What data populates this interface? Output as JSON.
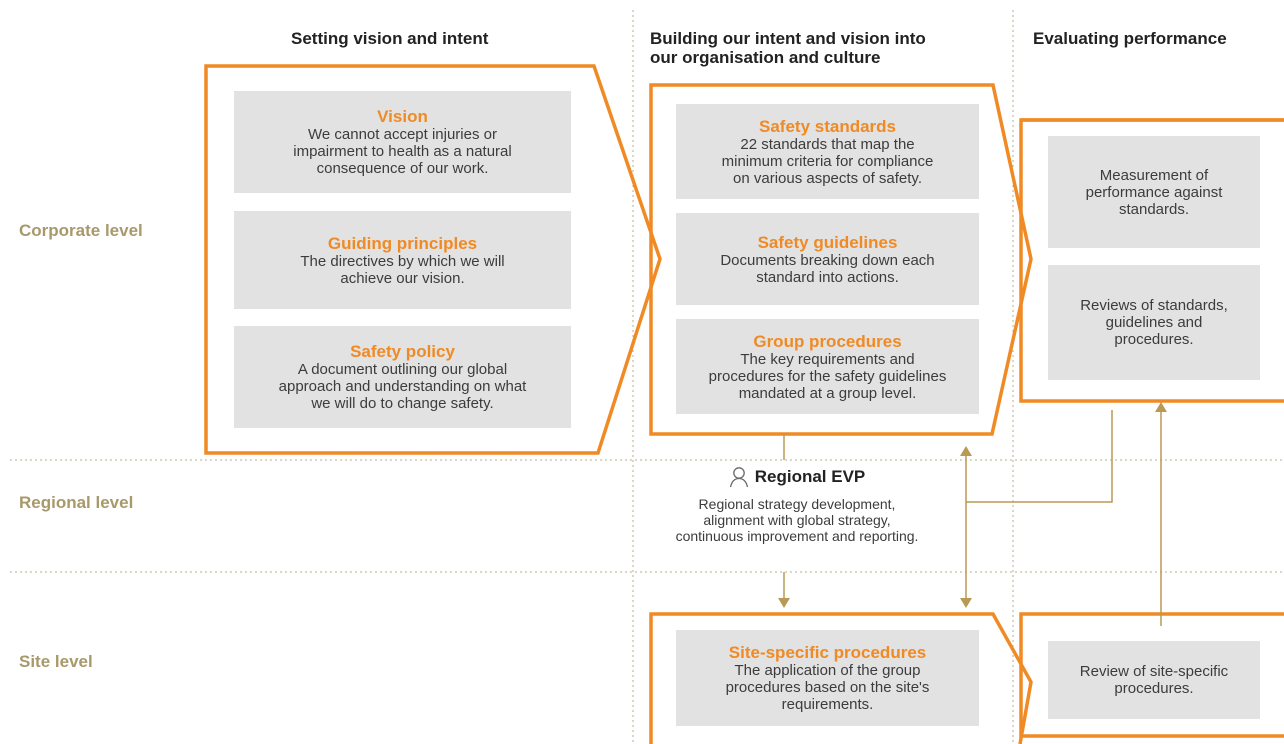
{
  "headers": {
    "vision": "Setting vision and intent",
    "building_line1": "Building our intent and vision into",
    "building_line2": "our organisation and culture",
    "evaluating": "Evaluating performance"
  },
  "levels": {
    "corporate": "Corporate level",
    "regional": "Regional level",
    "site": "Site level"
  },
  "vision_col": {
    "vision": {
      "title": "Vision",
      "lines": [
        "We cannot accept injuries or",
        "impairment to health as a natural",
        "consequence of our work."
      ]
    },
    "principles": {
      "title": "Guiding principles",
      "lines": [
        "The directives by which we will",
        "achieve our vision."
      ]
    },
    "policy": {
      "title": "Safety policy",
      "lines": [
        "A document outlining our global",
        "approach and understanding on what",
        "we will do to change safety."
      ]
    }
  },
  "building_col": {
    "standards": {
      "title": "Safety standards",
      "lines": [
        "22 standards that map the",
        "minimum criteria for compliance",
        "on various aspects of safety."
      ]
    },
    "guidelines": {
      "title": "Safety guidelines",
      "lines": [
        "Documents breaking down each",
        "standard into actions."
      ]
    },
    "procedures": {
      "title": "Group procedures",
      "lines": [
        "The key requirements and",
        "procedures for the safety guidelines",
        "mandated at a group level."
      ]
    },
    "site_procedures": {
      "title": "Site-specific procedures",
      "lines": [
        "The application of the group",
        "procedures based on the site's",
        "requirements."
      ]
    }
  },
  "regional": {
    "title": "Regional EVP",
    "lines": [
      "Regional strategy development,",
      "alignment with global strategy,",
      "continuous improvement and reporting."
    ]
  },
  "evaluating_col": {
    "measurement": {
      "lines": [
        "Measurement of",
        "performance against",
        "standards."
      ]
    },
    "reviews": {
      "lines": [
        "Reviews of standards,",
        "guidelines and",
        "procedures."
      ]
    },
    "site_review": {
      "lines": [
        "Review of site-specific",
        "procedures."
      ]
    }
  },
  "colors": {
    "accent": "#f08a24",
    "gold": "#a8996b",
    "box": "#e2e2e2",
    "divider": "#b8ad88"
  },
  "icons": {
    "regional_person": "person-icon"
  }
}
